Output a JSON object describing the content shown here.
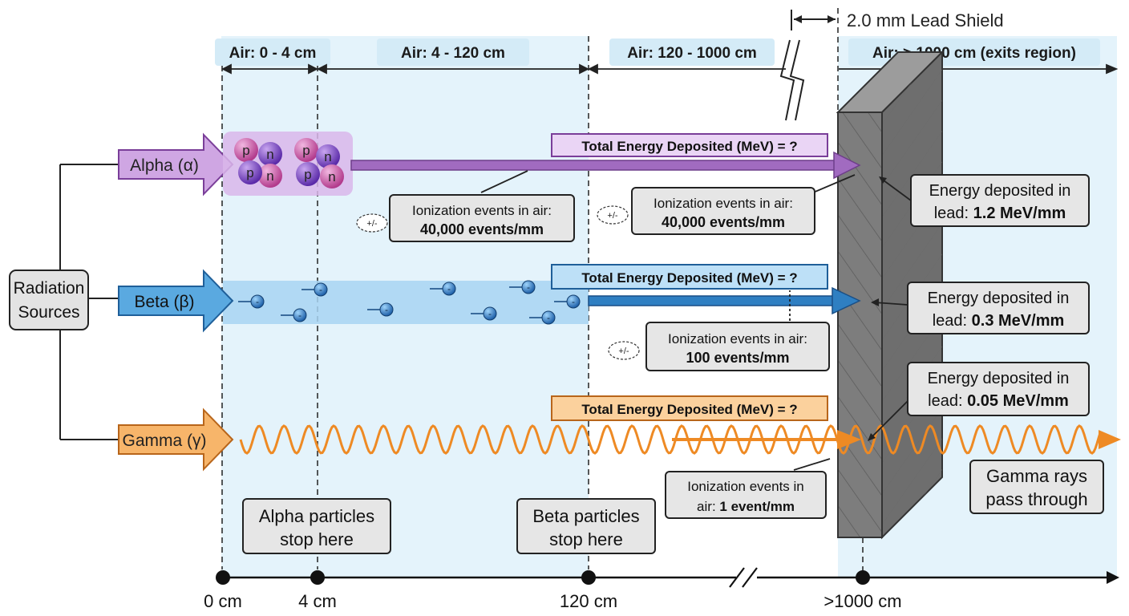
{
  "shield": {
    "label": "2.0 mm Lead Shield"
  },
  "regions": [
    {
      "label": "Air: 0 - 4 cm"
    },
    {
      "label": "Air: 4 - 120 cm"
    },
    {
      "label": "Air: 120 - 1000 cm"
    },
    {
      "label": "Air: > 1000 cm (exits region)"
    }
  ],
  "source": {
    "line1": "Radiation",
    "line2": "Sources"
  },
  "particles": {
    "alpha": {
      "label": "Alpha (α)",
      "color": "#9b5ab8",
      "total_energy": "Total Energy Deposited (MeV) = ?"
    },
    "beta": {
      "label": "Beta (β)",
      "color": "#2f86c8",
      "total_energy": "Total Energy Deposited (MeV) = ?"
    },
    "gamma": {
      "label": "Gamma (γ)",
      "color": "#ee8a24",
      "total_energy": "Total Energy Deposited (MeV) = ?"
    }
  },
  "nucleus": {
    "p": "p",
    "n": "n"
  },
  "electron": "-",
  "ion_symbol": "+/-",
  "ionization": {
    "alpha_a": {
      "line1": "Ionization events in air:",
      "line2": "40,000 events/mm"
    },
    "alpha_b": {
      "line1": "Ionization events in air:",
      "line2": "40,000 events/mm"
    },
    "beta": {
      "line1": "Ionization events in air:",
      "line2": "100 events/mm"
    },
    "gamma": {
      "line1": "Ionization events in",
      "line2_prefix": "air: ",
      "line2_value": "1 event/mm"
    }
  },
  "lead": {
    "alpha": {
      "line1": "Energy deposited in",
      "prefix": "lead: ",
      "value": "1.2 MeV/mm"
    },
    "beta": {
      "line1": "Energy deposited in",
      "prefix": "lead: ",
      "value": "0.3 MeV/mm"
    },
    "gamma": {
      "line1": "Energy deposited in",
      "prefix": "lead: ",
      "value": "0.05 MeV/mm"
    }
  },
  "stops": {
    "alpha": {
      "line1": "Alpha particles",
      "line2": "stop here"
    },
    "beta": {
      "line1": "Beta particles",
      "line2": "stop here"
    }
  },
  "gamma_pass": {
    "line1": "Gamma rays",
    "line2": "pass through"
  },
  "axis": {
    "ticks": [
      "0 cm",
      "4 cm",
      "120 cm",
      ">1000 cm"
    ]
  }
}
